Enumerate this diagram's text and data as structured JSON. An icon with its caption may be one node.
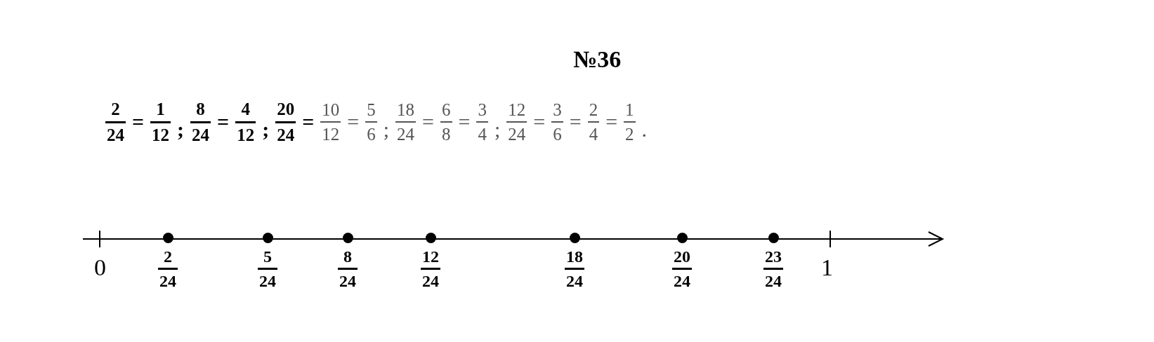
{
  "diagram": {
    "nodes": [
      {
        "text": [],
        "shape": "circle",
        "beside": [
          "2",
          "24"
        ]
      },
      {
        "text": [],
        "shape": "circle",
        "beside": [
          "5",
          "24"
        ]
      },
      {
        "text": [],
        "shape": "circle",
        "beside": [
          "8",
          "24"
        ]
      },
      {
        "text": [],
        "shape": "circle",
        "beside": [
          "12",
          "24"
        ]
      },
      {
        "text": [],
        "shape": "circle",
        "beside": [
          "18",
          "24"
        ]
      },
      {
        "text": [],
        "shape": "circle",
        "beside": [
          "20",
          "24"
        ]
      },
      {
        "text": [],
        "shape": "circle",
        "beside": [
          "23",
          "24"
        ]
      }
    ],
    "edges": [],
    "labels": [
      "№36",
      "2",
      "24",
      "=",
      "1",
      "12",
      ";",
      "8",
      "24",
      "=",
      "4",
      "12",
      ";",
      "20",
      "24",
      "=",
      "10",
      "12",
      "=",
      "5",
      "6",
      ";",
      "18",
      "24",
      "=",
      "6",
      "8",
      "=",
      "3",
      "4",
      ";",
      "12",
      "24",
      "=",
      "3",
      "6",
      "=",
      "2",
      "4",
      "=",
      "1",
      "2",
      ".",
      "0",
      "1"
    ]
  }
}
